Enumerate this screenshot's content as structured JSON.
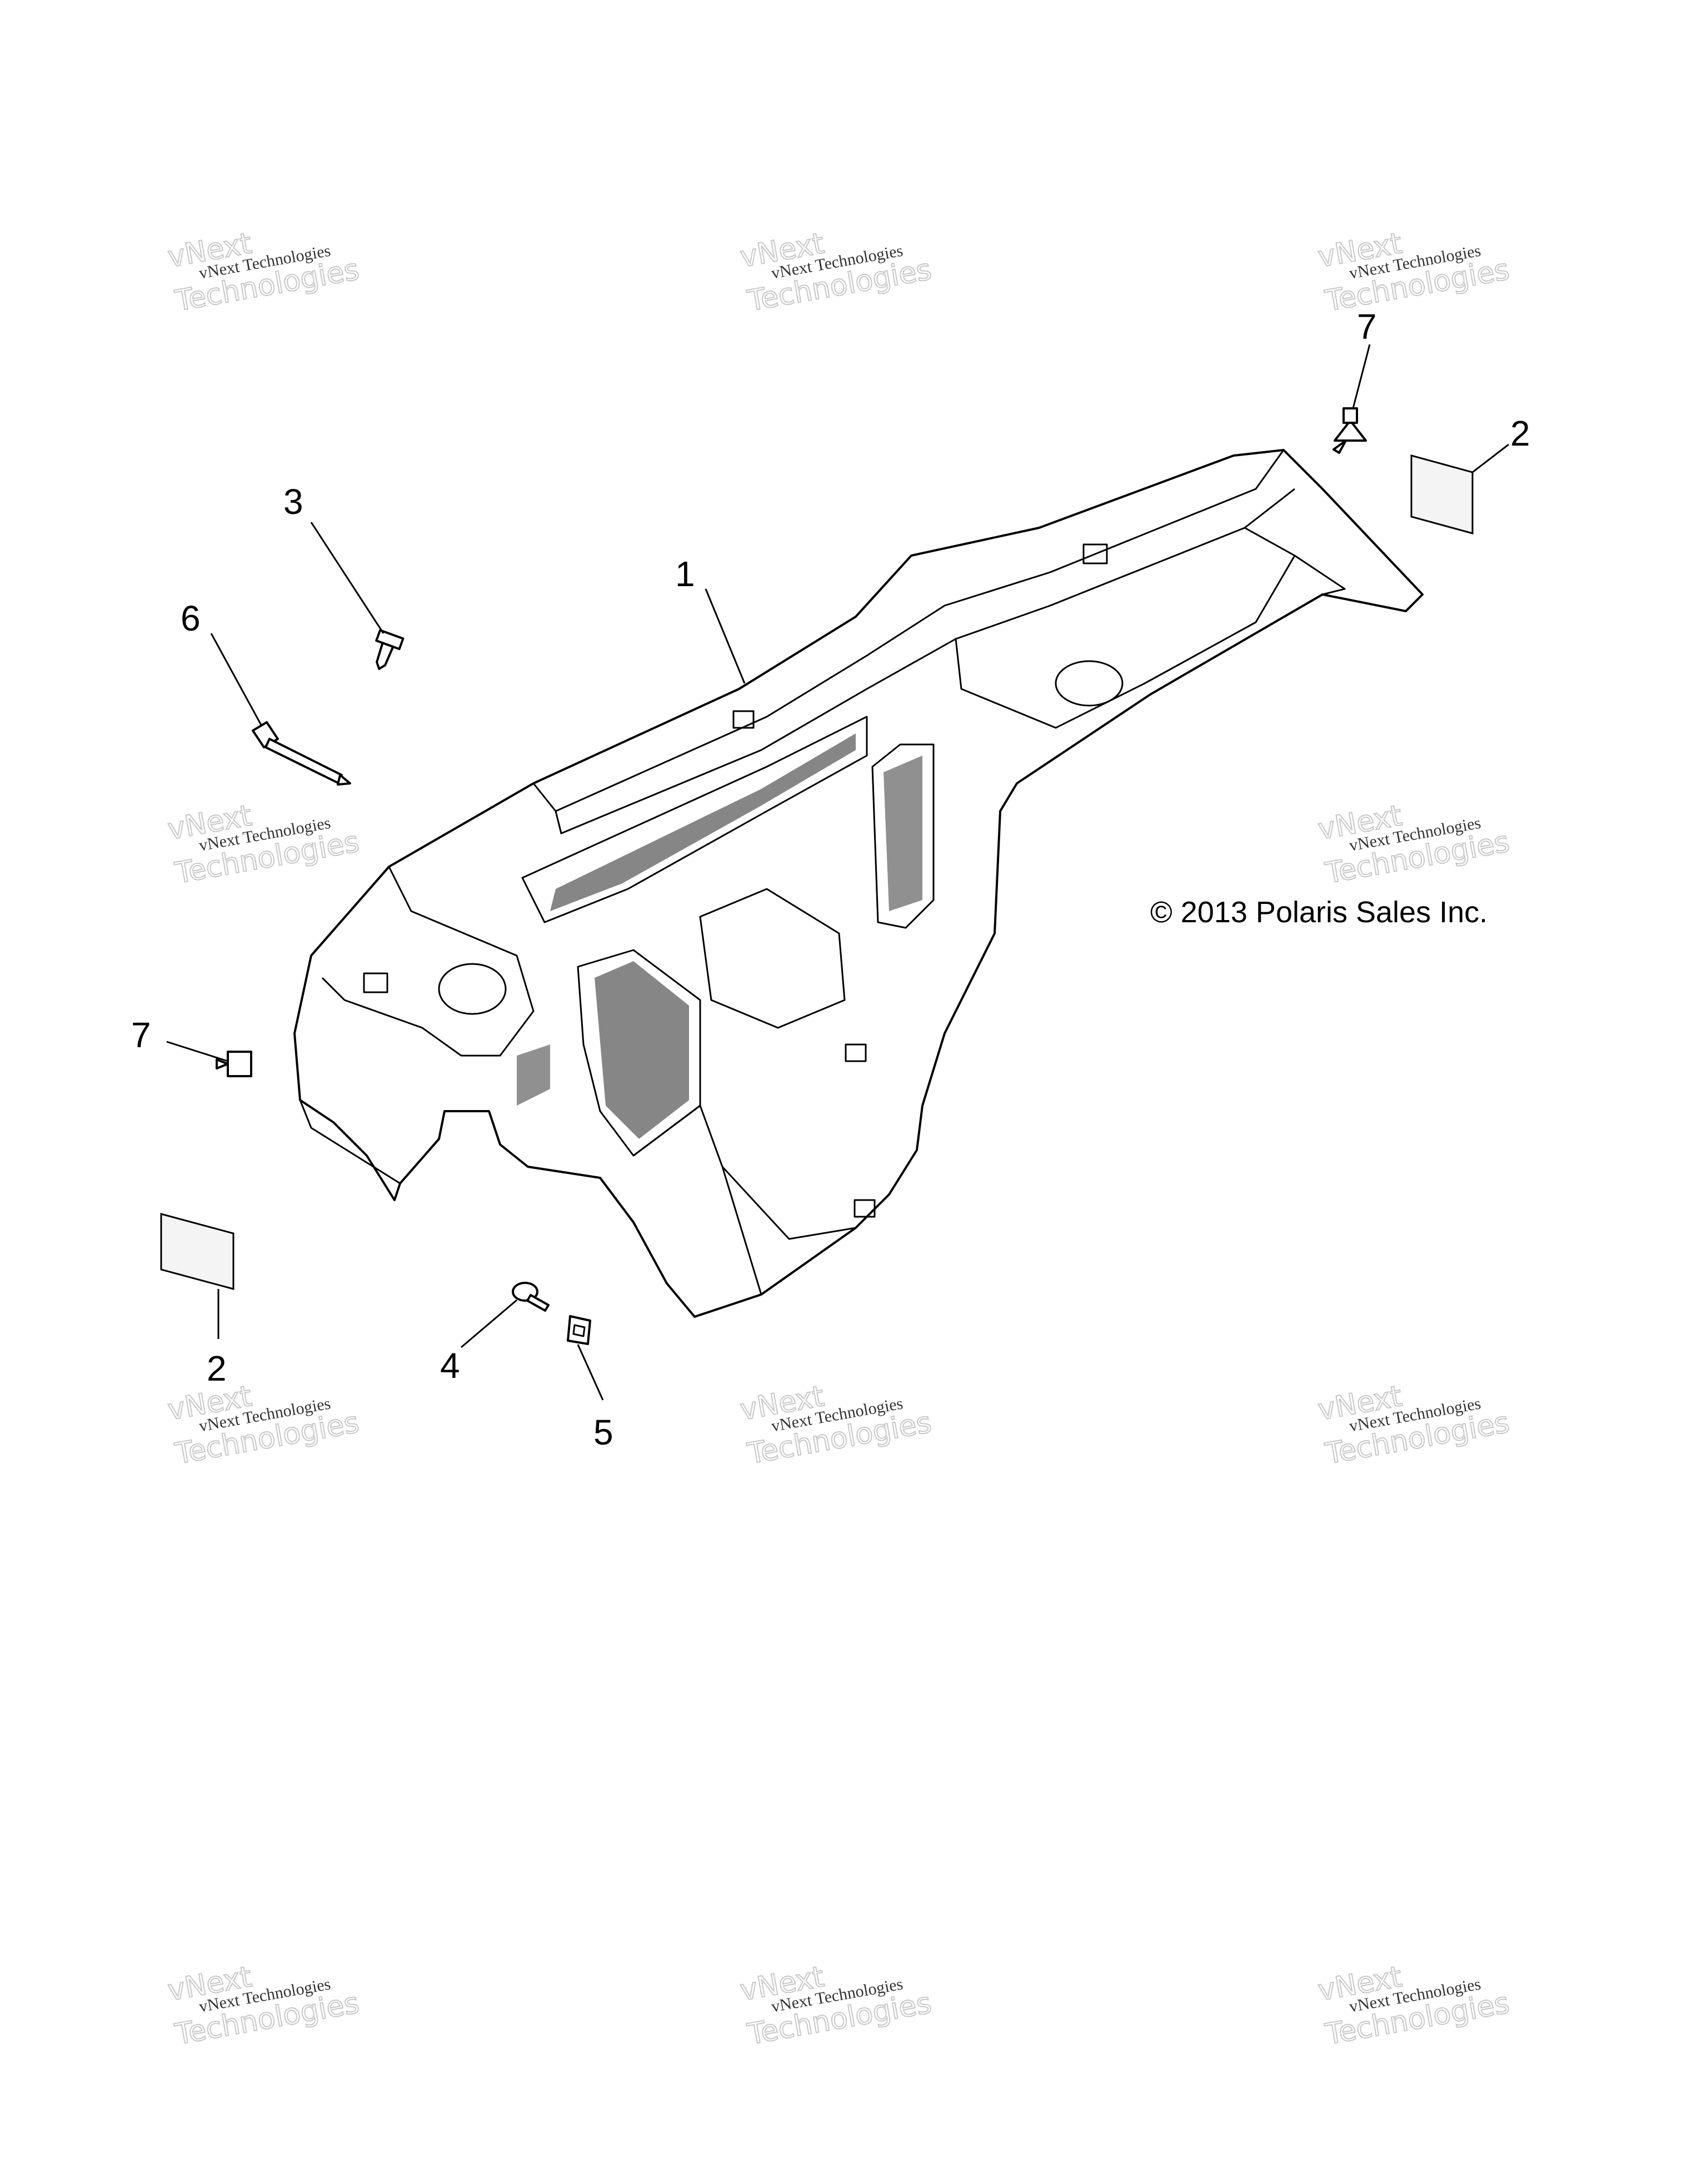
{
  "diagram": {
    "callouts": [
      "1",
      "2",
      "2",
      "3",
      "4",
      "5",
      "6",
      "7",
      "7"
    ],
    "copyright": "© 2013 Polaris Sales Inc.",
    "watermark": {
      "line1": "vNext Technologies",
      "line2": "vNext",
      "line3": "Technologies"
    }
  }
}
